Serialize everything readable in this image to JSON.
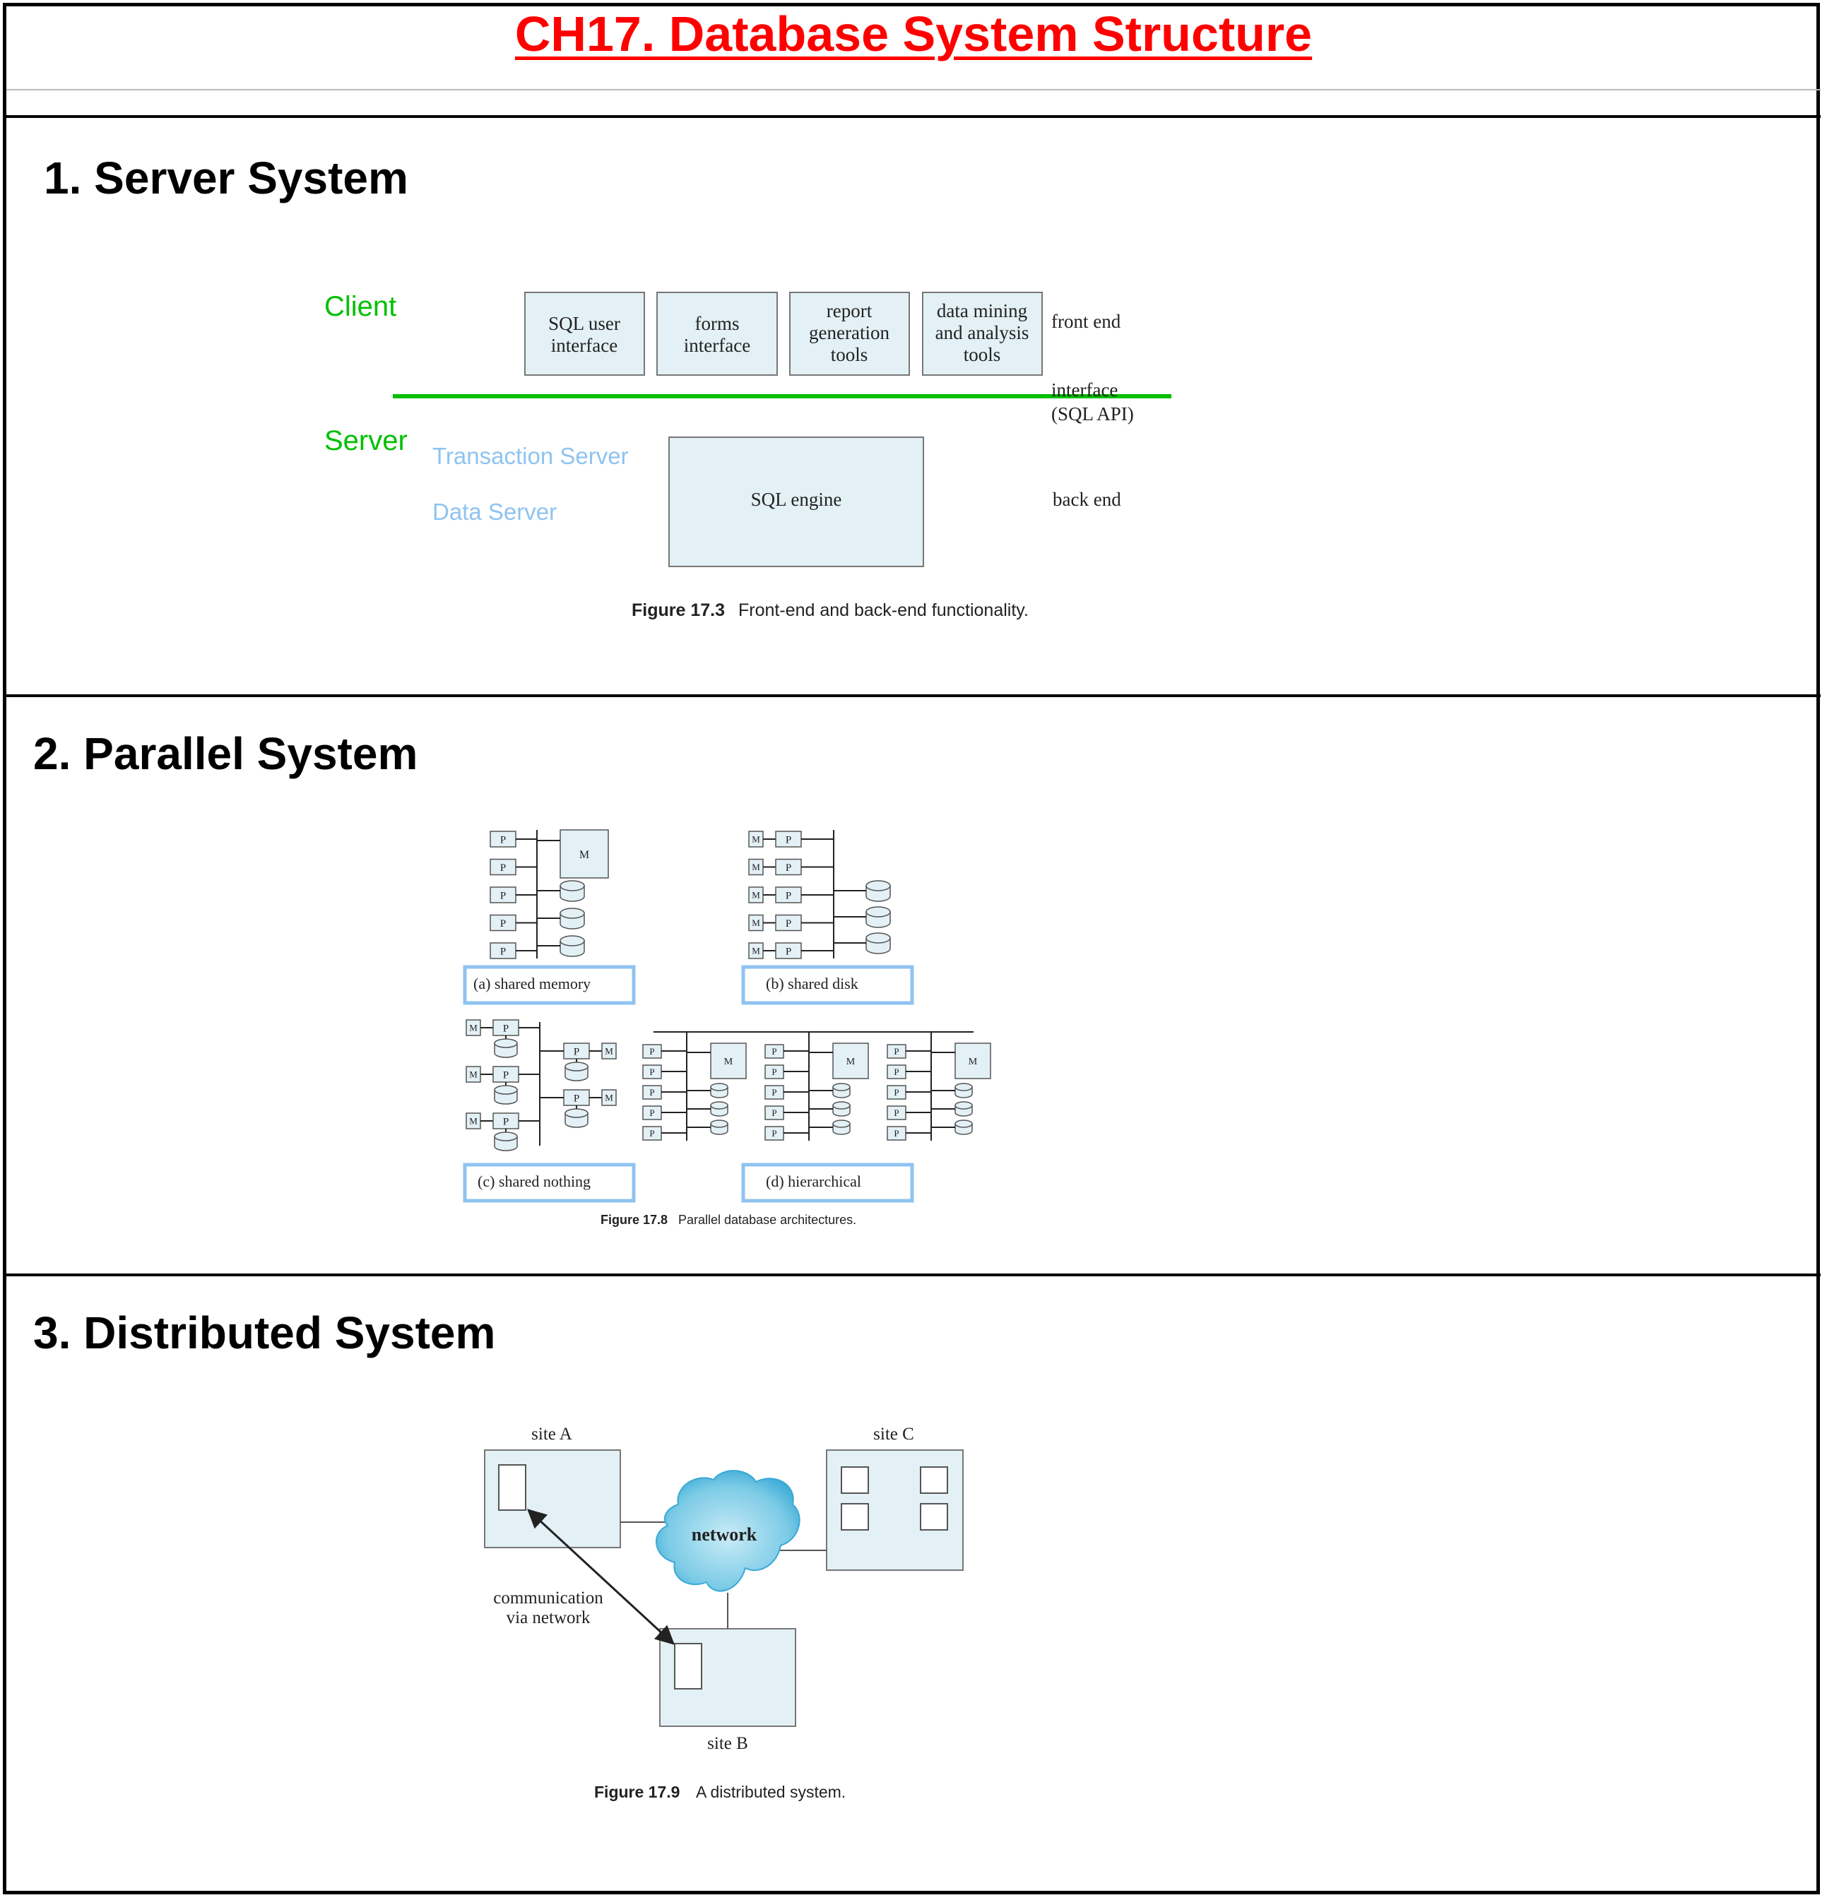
{
  "page": {
    "title": "CH17. Database System Structure"
  },
  "section1": {
    "heading": "1. Server System",
    "client_label": "Client",
    "server_label": "Server",
    "transaction_server": "Transaction Server",
    "data_server": "Data Server",
    "boxes": [
      [
        "SQL user",
        "interface"
      ],
      [
        "forms",
        "interface"
      ],
      [
        "report",
        "generation",
        "tools"
      ],
      [
        "data mining",
        "and analysis",
        "tools"
      ]
    ],
    "front_end": "front end",
    "interface_line1": "interface",
    "interface_line2": "(SQL  API)",
    "sql_engine": "SQL engine",
    "back_end": "back end",
    "figure_num": "Figure 17.3",
    "figure_caption": "Front-end and back-end functionality."
  },
  "section2": {
    "heading": "2. Parallel System",
    "p_label": "P",
    "m_label": "M",
    "label_a": "(a) shared memory",
    "label_b": "(b) shared disk",
    "label_c": "(c) shared nothing",
    "label_d": "(d) hierarchical",
    "figure_num": "Figure 17.8",
    "figure_caption": "Parallel database architectures."
  },
  "section3": {
    "heading": "3. Distributed System",
    "site_a": "site A",
    "site_b": "site B",
    "site_c": "site C",
    "network": "network",
    "comm_line1": "communication",
    "comm_line2": "via network",
    "figure_num": "Figure 17.9",
    "figure_caption": "A distributed system."
  },
  "colors": {
    "title": "#ff0000",
    "client_server": "#00c000",
    "server_types": "#8fc3f0",
    "box_fill": "#e3f0f5",
    "highlight_border": "#8fc3f0",
    "network_cloud": "#5fbcdc"
  }
}
